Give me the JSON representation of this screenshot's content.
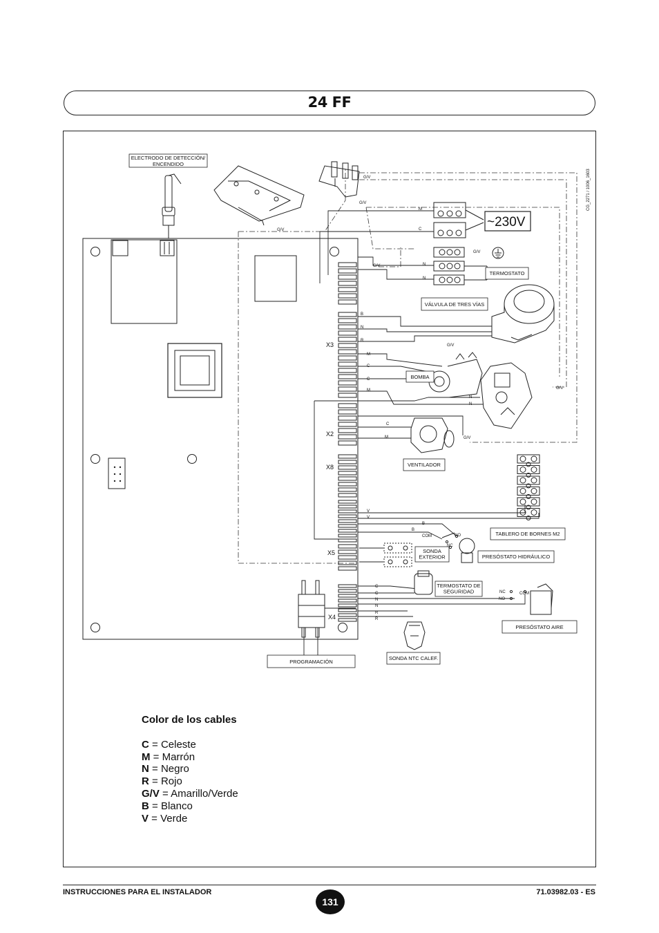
{
  "title": "24 FF",
  "drawing_code": "CG_2271 / 1006_1603",
  "voltage": "~230V",
  "components": {
    "electrodo": "ELECTRODO DE DETECCIÓN/ ENCENDIDO",
    "termostato": "TERMOSTATO",
    "valvula": "VÁLVULA DE TRES VÍAS",
    "bomba": "BOMBA",
    "ventilador": "VENTILADOR",
    "tablero": "TABLERO DE BORNES M2",
    "sonda_exterior": "SONDA EXTERIOR",
    "presostato_hidraulico": "PRESÓSTATO HIDRÁULICO",
    "termostato_seguridad": "TERMOSTATO DE SEGURIDAD",
    "presostato_aire": "PRESÓSTATO AIRE",
    "programacion": "PROGRAMACIÓN",
    "sonda_ntc": "SONDA NTC CALEF."
  },
  "connectors": {
    "x3": "X3",
    "x2": "X2",
    "x8": "X8",
    "x5": "X5",
    "x4": "X4"
  },
  "switch_labels": {
    "com": "COM",
    "no": "NO",
    "nc": "NC"
  },
  "legend": {
    "title": "Color de los cables",
    "items": [
      {
        "code": "C",
        "name": "= Celeste"
      },
      {
        "code": "M",
        "name": "= Marrón"
      },
      {
        "code": "N",
        "name": "= Negro"
      },
      {
        "code": "R",
        "name": "= Rojo"
      },
      {
        "code": "G/V",
        "name": "= Amarillo/Verde"
      },
      {
        "code": "B",
        "name": "= Blanco"
      },
      {
        "code": "V",
        "name": "= Verde"
      }
    ]
  },
  "footer": {
    "left": "INSTRUCCIONES PARA EL INSTALADOR",
    "page": "131",
    "right": "71.03982.03 - ES"
  }
}
